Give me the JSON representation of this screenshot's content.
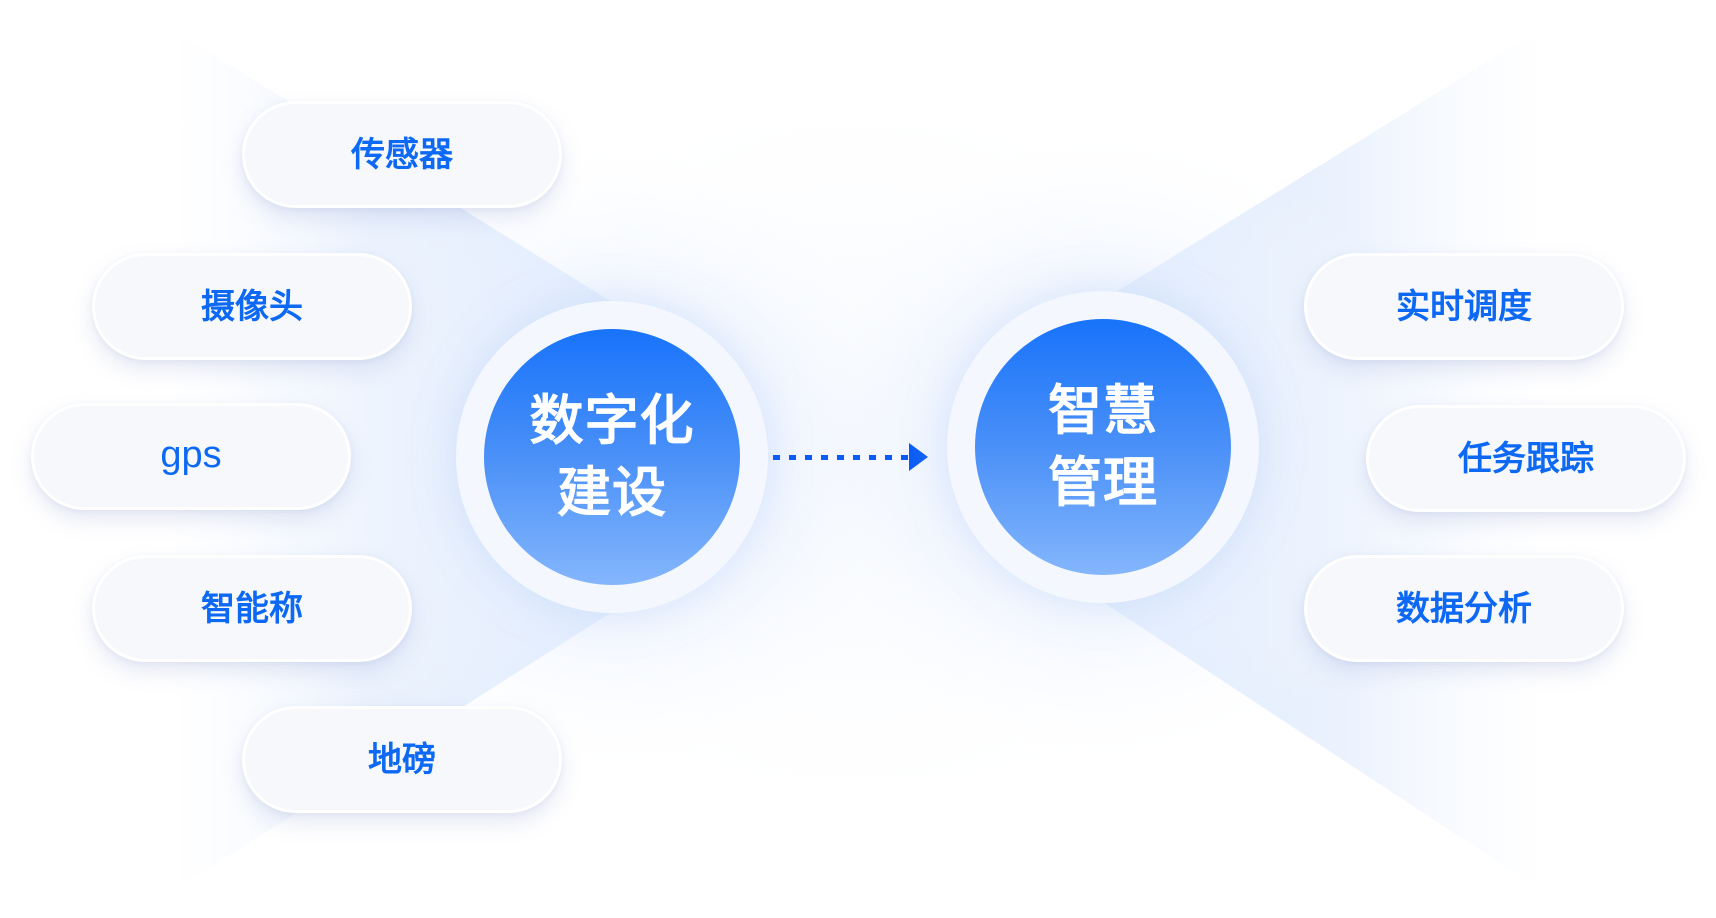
{
  "diagram": {
    "colors": {
      "accent": "#0d69f3",
      "hub_gradient_top": "#1873fa",
      "hub_gradient_bottom": "#84b6fc",
      "pill_fill": "#f6f8fb",
      "cone_tint": "#d6e5fd",
      "arrow": "#0a5cf5"
    },
    "left_hub": {
      "lines": [
        "数字化",
        "建设"
      ]
    },
    "right_hub": {
      "lines": [
        "智慧",
        "管理"
      ]
    },
    "inputs": [
      {
        "label": "传感器"
      },
      {
        "label": "摄像头"
      },
      {
        "label": "gps"
      },
      {
        "label": "智能称"
      },
      {
        "label": "地磅"
      }
    ],
    "outputs": [
      {
        "label": "实时调度"
      },
      {
        "label": "任务跟踪"
      },
      {
        "label": "数据分析"
      }
    ],
    "connector": {
      "icon": "dotted-arrow-right-icon",
      "direction": "left-to-right"
    }
  }
}
